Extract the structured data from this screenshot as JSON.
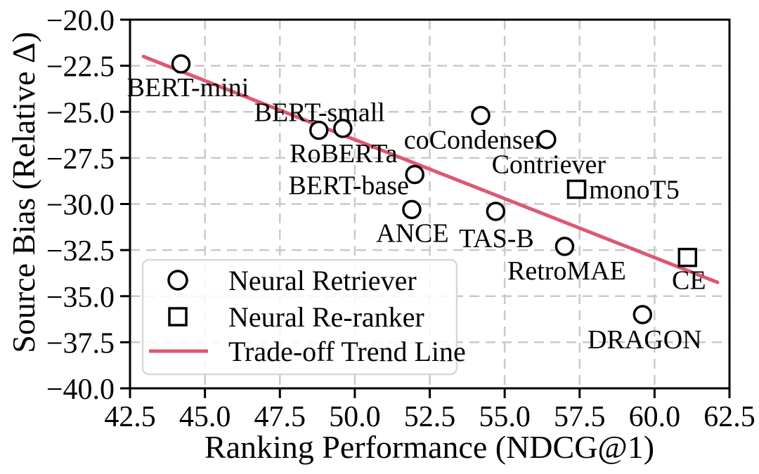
{
  "figure": {
    "kind": "scatter plot figure",
    "background": "#ffffff"
  },
  "colors": {
    "marker_stroke": "#000000",
    "text": "#000000",
    "axis": "#000000",
    "grid": "#c9c9c9",
    "trend": "#dd5871",
    "legend_border": "#d8d8d8",
    "legend_fill": "rgba(255,255,255,0.85)"
  },
  "chart_data": {
    "type": "scatter",
    "title": "",
    "xlabel": "Ranking Performance (NDCG@1)",
    "ylabel": "Source Bias (Relative Δ)",
    "xlim": [
      42.5,
      62.5
    ],
    "ylim": [
      -40.0,
      -20.0
    ],
    "grid": {
      "show": true,
      "style": "dashed"
    },
    "xticks": {
      "values": [
        42.5,
        45.0,
        47.5,
        50.0,
        52.5,
        55.0,
        57.5,
        60.0,
        62.5
      ],
      "labels": [
        "42.5",
        "45.0",
        "47.5",
        "50.0",
        "52.5",
        "55.0",
        "57.5",
        "60.0",
        "62.5"
      ]
    },
    "yticks": {
      "values": [
        -20.0,
        -22.5,
        -25.0,
        -27.5,
        -30.0,
        -32.5,
        -35.0,
        -37.5,
        -40.0
      ],
      "labels": [
        "−20.0",
        "−22.5",
        "−25.0",
        "−27.5",
        "−30.0",
        "−32.5",
        "−35.0",
        "−37.5",
        "−40.0"
      ]
    },
    "series": [
      {
        "name": "Neural Retriever",
        "marker": "circle",
        "points": [
          {
            "label": "BERT-mini",
            "x": 44.2,
            "y": -22.4,
            "label_offset": [
              10,
              33
            ]
          },
          {
            "label": "BERT-small",
            "x": 48.8,
            "y": -26.0,
            "label_offset": [
              1,
              -26
            ]
          },
          {
            "label": "RoBERTa",
            "x": 49.6,
            "y": -25.9,
            "label_offset": [
              1,
              35
            ]
          },
          {
            "label": "BERT-base",
            "x": 52.0,
            "y": -28.4,
            "label_offset": [
              -94,
              15
            ]
          },
          {
            "label": "ANCE",
            "x": 51.9,
            "y": -30.3,
            "label_offset": [
              1,
              33
            ]
          },
          {
            "label": "coCondenser",
            "x": 54.2,
            "y": -25.2,
            "label_offset": [
              -10,
              34
            ]
          },
          {
            "label": "TAS-B",
            "x": 54.7,
            "y": -30.4,
            "label_offset": [
              1,
              38
            ]
          },
          {
            "label": "Contriever",
            "x": 56.4,
            "y": -26.5,
            "label_offset": [
              3,
              35
            ]
          },
          {
            "label": "RetroMAE",
            "x": 57.0,
            "y": -32.3,
            "label_offset": [
              3,
              34
            ]
          },
          {
            "label": "DRAGON",
            "x": 59.6,
            "y": -36.0,
            "label_offset": [
              3,
              35
            ]
          }
        ]
      },
      {
        "name": "Neural Re-ranker",
        "marker": "square",
        "points": [
          {
            "label": "monoT5",
            "x": 57.4,
            "y": -29.2,
            "label_offset": [
              82,
              0
            ]
          },
          {
            "label": "CE",
            "x": 61.1,
            "y": -32.9,
            "label_offset": [
              2,
              32
            ]
          }
        ]
      }
    ],
    "trend_line": {
      "name": "Trade-off Trend Line",
      "x1": 42.95,
      "y1": -22.0,
      "x2": 62.1,
      "y2": -34.25,
      "color": "#dd5871"
    },
    "legend": {
      "position": "lower-left",
      "entries": [
        {
          "marker": "circle",
          "label": "Neural Retriever"
        },
        {
          "marker": "square",
          "label": "Neural Re-ranker"
        },
        {
          "marker": "line",
          "label": "Trade-off Trend Line"
        }
      ]
    }
  }
}
